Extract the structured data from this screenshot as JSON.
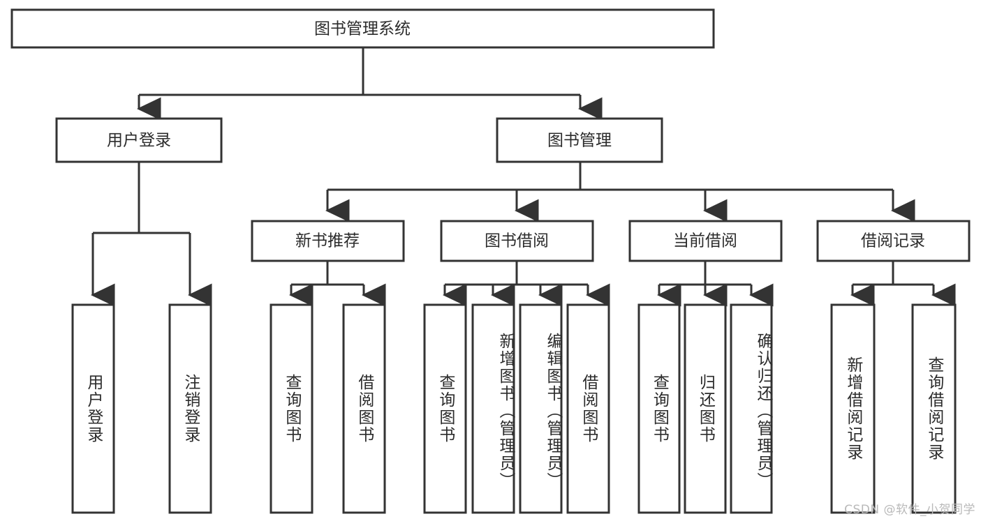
{
  "diagram": {
    "type": "tree",
    "title": "图书管理系统",
    "root": {
      "id": "root",
      "label": "图书管理系统",
      "orientation": "horizontal"
    },
    "level2": [
      {
        "id": "user-login",
        "label": "用户登录",
        "orientation": "horizontal"
      },
      {
        "id": "book-management",
        "label": "图书管理",
        "orientation": "horizontal"
      }
    ],
    "level3": [
      {
        "id": "new-book-recommend",
        "label": "新书推荐",
        "orientation": "horizontal",
        "parent": "book-management"
      },
      {
        "id": "book-borrow",
        "label": "图书借阅",
        "orientation": "horizontal",
        "parent": "book-management"
      },
      {
        "id": "current-borrow",
        "label": "当前借阅",
        "orientation": "horizontal",
        "parent": "book-management"
      },
      {
        "id": "borrow-record",
        "label": "借阅记录",
        "orientation": "horizontal",
        "parent": "book-management"
      }
    ],
    "leaves": [
      {
        "id": "leaf-user-login",
        "label": "用户登录",
        "parent": "user-login",
        "orientation": "vertical"
      },
      {
        "id": "leaf-logout",
        "label": "注销登录",
        "parent": "user-login",
        "orientation": "vertical"
      },
      {
        "id": "leaf-query-book-1",
        "label": "查询图书",
        "parent": "new-book-recommend",
        "orientation": "vertical"
      },
      {
        "id": "leaf-borrow-book-1",
        "label": "借阅图书",
        "parent": "new-book-recommend",
        "orientation": "vertical"
      },
      {
        "id": "leaf-query-book-2",
        "label": "查询图书",
        "parent": "book-borrow",
        "orientation": "vertical"
      },
      {
        "id": "leaf-add-book",
        "label": "新增图书（管理员）",
        "parent": "book-borrow",
        "orientation": "vertical"
      },
      {
        "id": "leaf-edit-book",
        "label": "编辑图书（管理员）",
        "parent": "book-borrow",
        "orientation": "vertical"
      },
      {
        "id": "leaf-borrow-book-2",
        "label": "借阅图书",
        "parent": "book-borrow",
        "orientation": "vertical"
      },
      {
        "id": "leaf-query-book-3",
        "label": "查询图书",
        "parent": "current-borrow",
        "orientation": "vertical"
      },
      {
        "id": "leaf-return-book",
        "label": "归还图书",
        "parent": "current-borrow",
        "orientation": "vertical"
      },
      {
        "id": "leaf-confirm-return",
        "label": "确认归还（管理员）",
        "parent": "current-borrow",
        "orientation": "vertical"
      },
      {
        "id": "leaf-add-record",
        "label": "新增借阅记录",
        "parent": "borrow-record",
        "orientation": "vertical"
      },
      {
        "id": "leaf-query-record",
        "label": "查询借阅记录",
        "parent": "borrow-record",
        "orientation": "vertical"
      }
    ]
  },
  "watermark": {
    "text": "CSDN @软件_小贺同学"
  },
  "colors": {
    "stroke": "#333333",
    "fill": "#ffffff",
    "text": "#2b2b2b",
    "watermark": "#b9b9b9"
  }
}
